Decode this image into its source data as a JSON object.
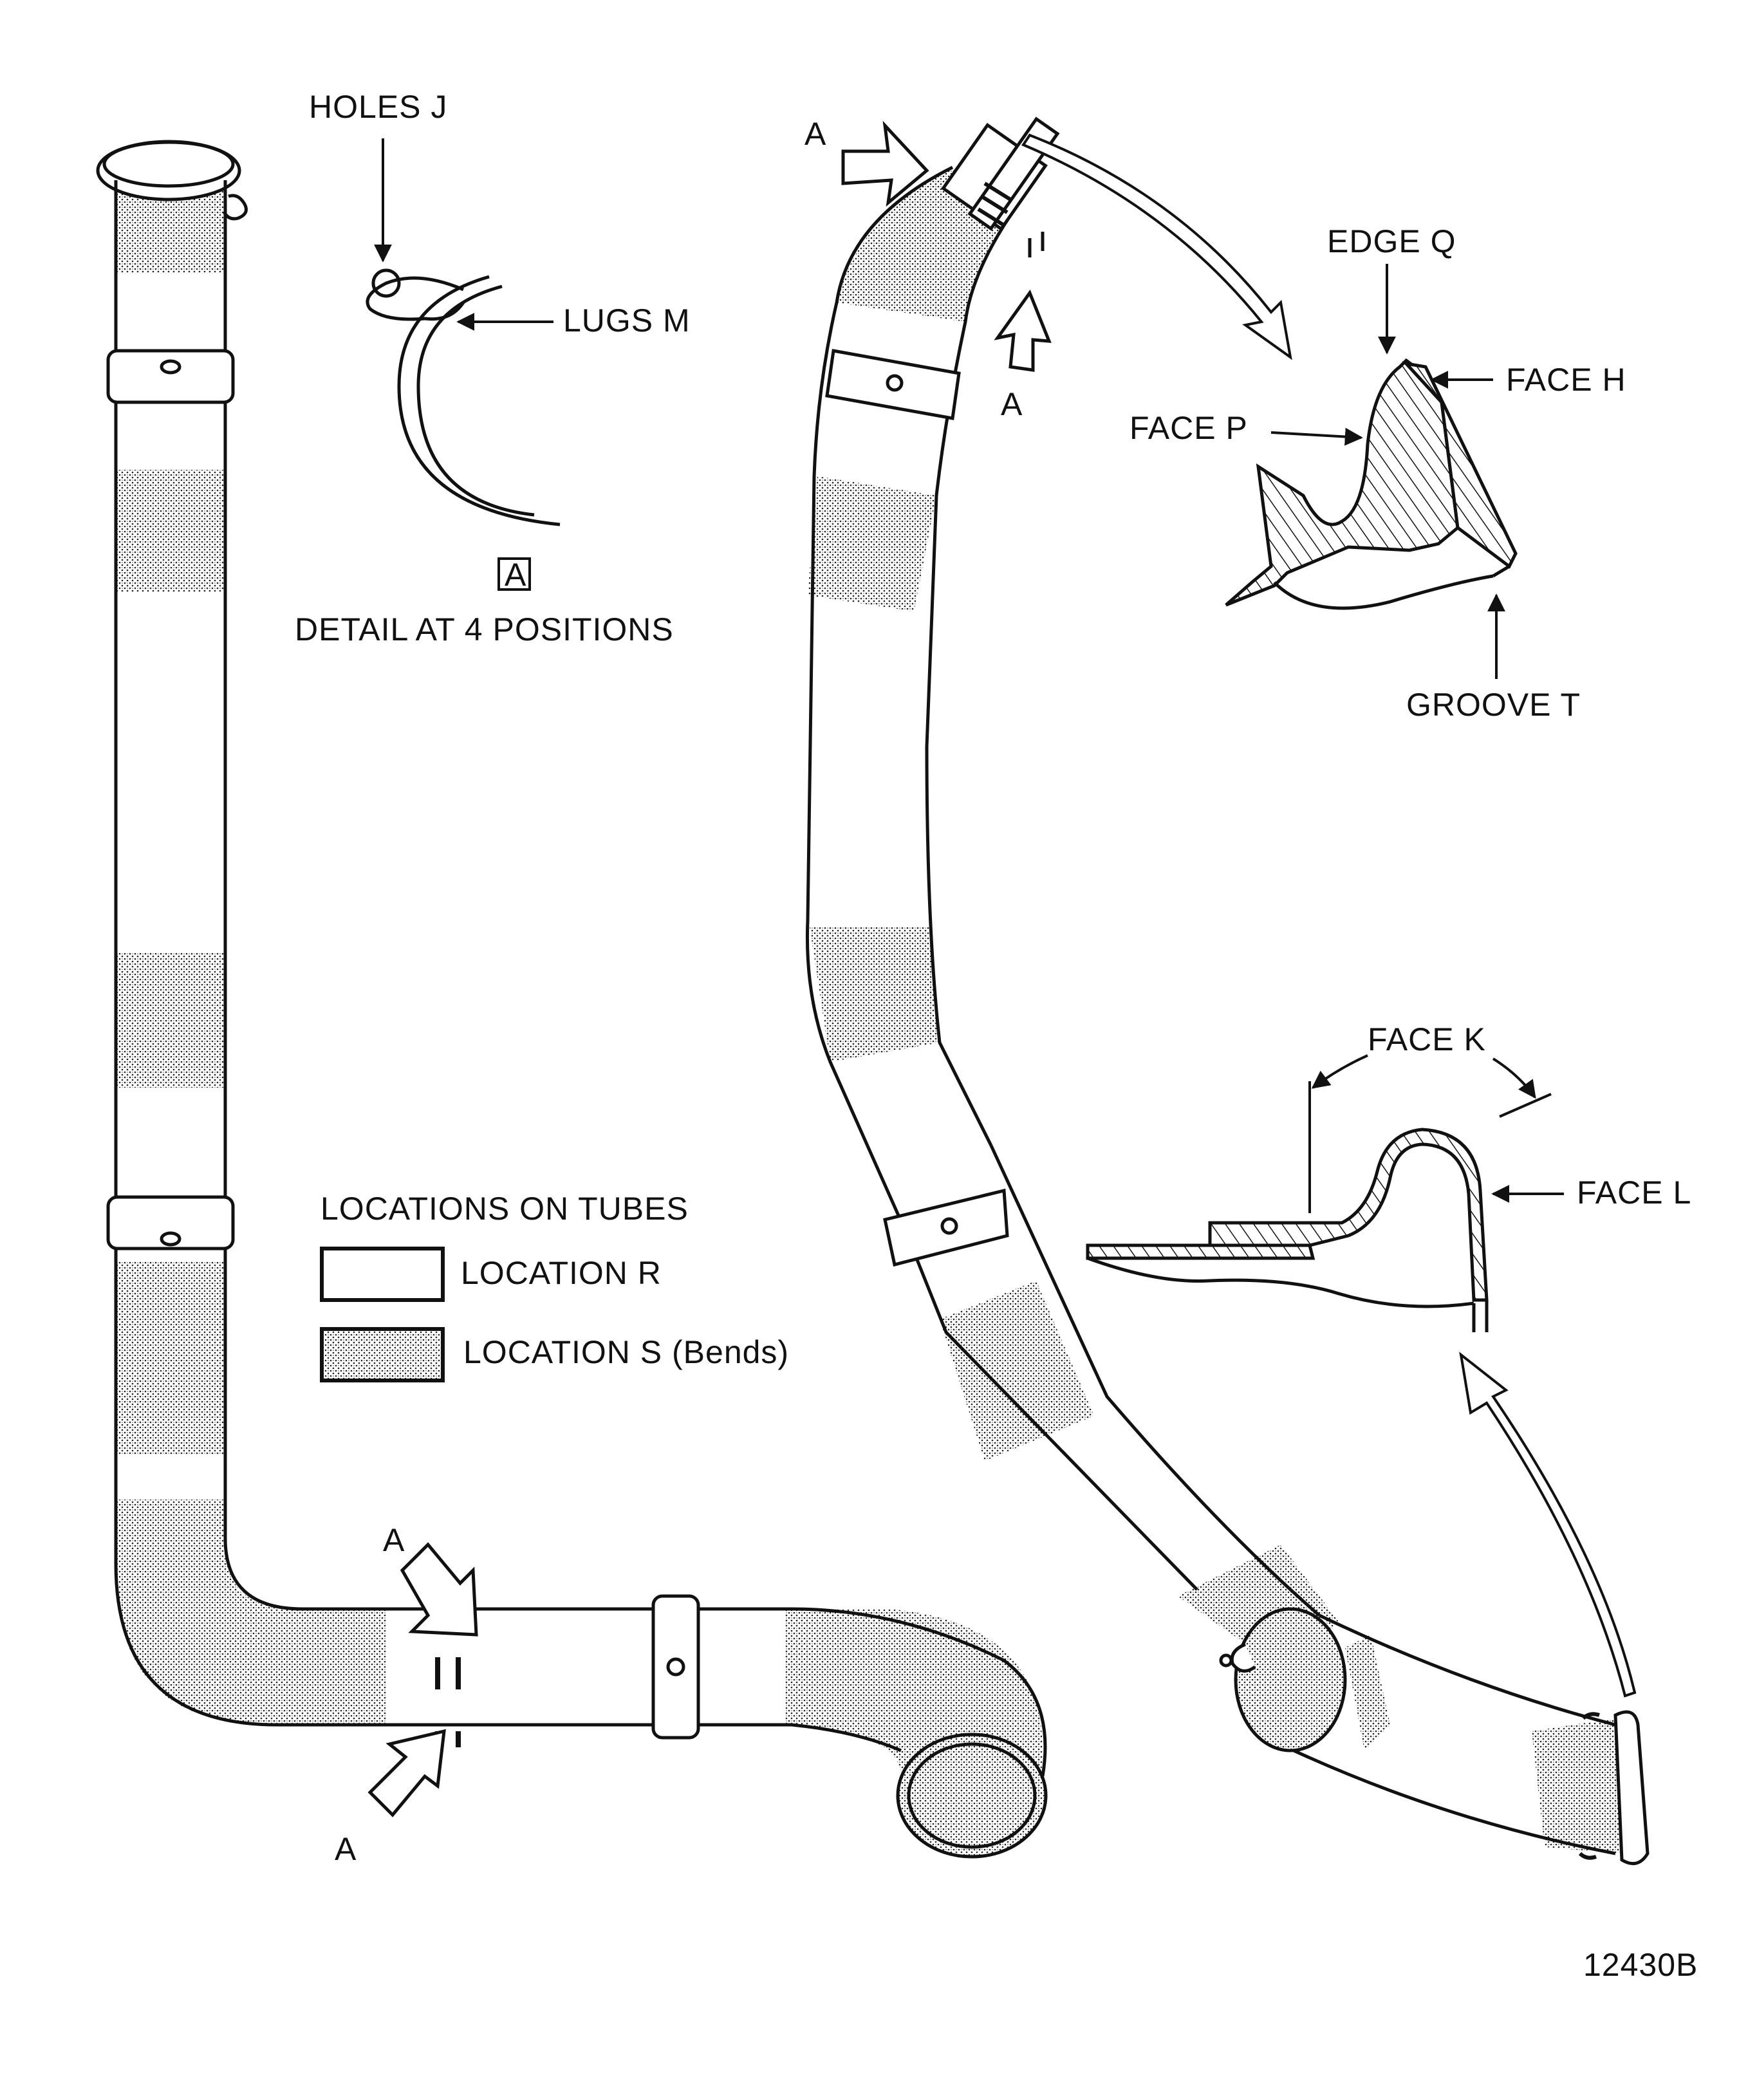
{
  "labels": {
    "holes_j": "HOLES J",
    "lugs_m": "LUGS M",
    "detail_box": "A",
    "detail_caption": "DETAIL AT 4 POSITIONS",
    "arrow_a": "A",
    "edge_q": "EDGE Q",
    "face_h": "FACE H",
    "face_p": "FACE P",
    "groove_t": "GROOVE T",
    "face_k": "FACE K",
    "face_l": "FACE L",
    "figure_id": "12430B"
  },
  "legend": {
    "title": "LOCATIONS ON TUBES",
    "location_r": "LOCATION R",
    "location_s": "LOCATION S (Bends)"
  }
}
